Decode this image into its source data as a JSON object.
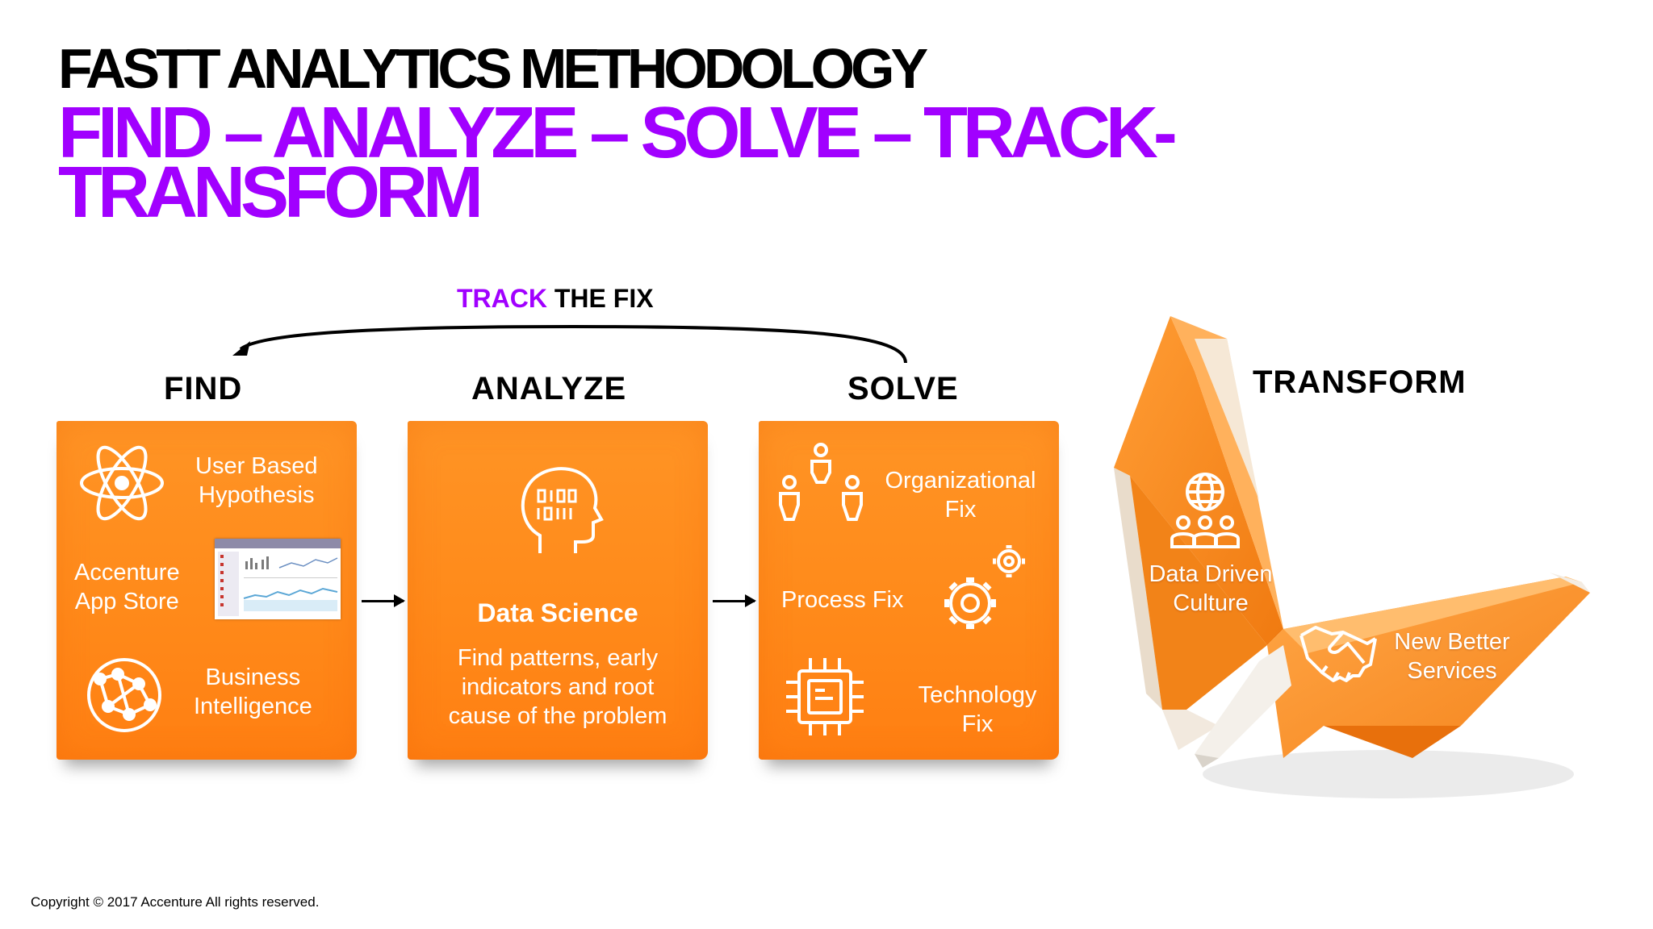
{
  "title": {
    "main": "FASTT ANALYTICS METHODOLOGY",
    "sub_line1": "FIND – ANALYZE – SOLVE – TRACK-",
    "sub_line2": "TRANSFORM"
  },
  "track": {
    "highlight": "TRACK",
    "rest": " THE FIX"
  },
  "steps": {
    "find": {
      "label": "FIND",
      "items": [
        {
          "icon": "atom-icon",
          "text_line1": "User Based",
          "text_line2": "Hypothesis"
        },
        {
          "icon": "dashboard-screenshot",
          "text_line1": "Accenture",
          "text_line2": "App Store"
        },
        {
          "icon": "network-globe-icon",
          "text_line1": "Business",
          "text_line2": "Intelligence"
        }
      ]
    },
    "analyze": {
      "label": "ANALYZE",
      "icon": "binary-head-icon",
      "heading": "Data Science",
      "body_line1": "Find patterns, early",
      "body_line2": "indicators and root",
      "body_line3": "cause of the problem"
    },
    "solve": {
      "label": "SOLVE",
      "items": [
        {
          "icon": "people-hierarchy-icon",
          "text_line1": "Organizational",
          "text_line2": "Fix"
        },
        {
          "icon": "gears-icon",
          "text_line1": "Process Fix"
        },
        {
          "icon": "chip-icon",
          "text_line1": "Technology",
          "text_line2": "Fix"
        }
      ]
    },
    "transform": {
      "label": "TRANSFORM",
      "items": [
        {
          "icon": "globe-people-icon",
          "text_line1": "Data Driven",
          "text_line2": "Culture"
        },
        {
          "icon": "handshake-icon",
          "text_line1": "New Better",
          "text_line2": "Services"
        }
      ]
    }
  },
  "copyright": "Copyright © 2017 Accenture  All rights reserved.",
  "colors": {
    "purple": "#a100ff",
    "orange": "#ff8c1c",
    "black": "#000000"
  }
}
